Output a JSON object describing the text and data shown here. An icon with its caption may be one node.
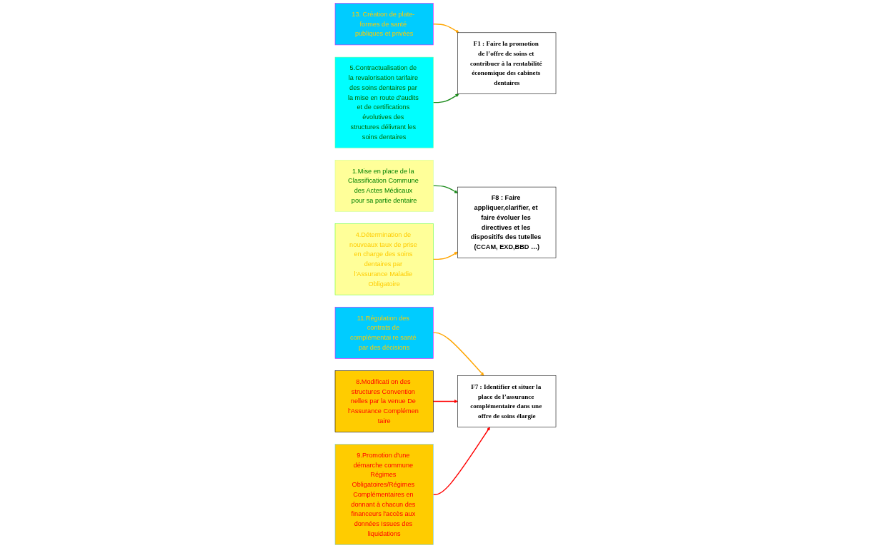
{
  "diagram": {
    "nodes": [
      {
        "text": [
          "13. Création de plate- formes de santé publiques et privées"
        ]
      },
      {
        "text": [
          "F1 : Faire la promotion de l’offre de soins et contribuer à la rentabilité économique des cabinets dentaires"
        ]
      },
      {
        "text": [
          "5.Contractualisation de la revalorisation tarifaire des soins dentaires par la mise en route d'audits et de certifications évolutives des structures délivrant les soins dentaires"
        ]
      },
      {
        "text": [
          "1.Mise en place de la Classification Commune des Actes Médicaux pour sa partie dentaire"
        ]
      },
      {
        "text": [
          "F8 : Faire appliquer,clarifier, et faire évoluer les directives et les dispositifs des tutelles (CCAM, EXD,BBD …)"
        ]
      },
      {
        "text": [
          "11.Régulation des contrats de complémentai re santé par des décisions"
        ]
      },
      {
        "text": [
          "8.Modificati on des structures Convention nelles par la venue De l'Assurance Complémen taire"
        ]
      },
      {
        "text": [
          "9.Promotion d'une démarche commune Régimes Obligatoires/Régimes Complémentaires en donnant à chacun des financeurs l'accès aux données Issues des liquidations"
        ]
      },
      {
        "text": [
          "F7 : Identifier et situer la place de l’assurance complémentaire dans une offre de soins élargie"
        ]
      },
      {
        "text": [
          "4.Détermination de nouveaux taux de prise en charge des soins dentaires par l'Assurance Maladie Obligatoire"
        ]
      }
    ],
    "edges": [
      {
        "from": 0,
        "to": 1,
        "arrow": "to",
        "color": "#ffa500"
      },
      {
        "from": 2,
        "to": 1,
        "arrow": "to",
        "color": "#1a8a1a"
      },
      {
        "from": 3,
        "to": 4,
        "arrow": "to",
        "color": "#1a8a1a"
      },
      {
        "from": 5,
        "to": 8,
        "arrow": "to",
        "color": "#ffa500"
      },
      {
        "from": 6,
        "to": 8,
        "arrow": "to",
        "color": "#ff0000"
      },
      {
        "from": 7,
        "to": 8,
        "arrow": "to",
        "color": "#ff0000"
      },
      {
        "from": 9,
        "to": 4,
        "arrow": "to",
        "color": "#ffa500"
      }
    ]
  }
}
